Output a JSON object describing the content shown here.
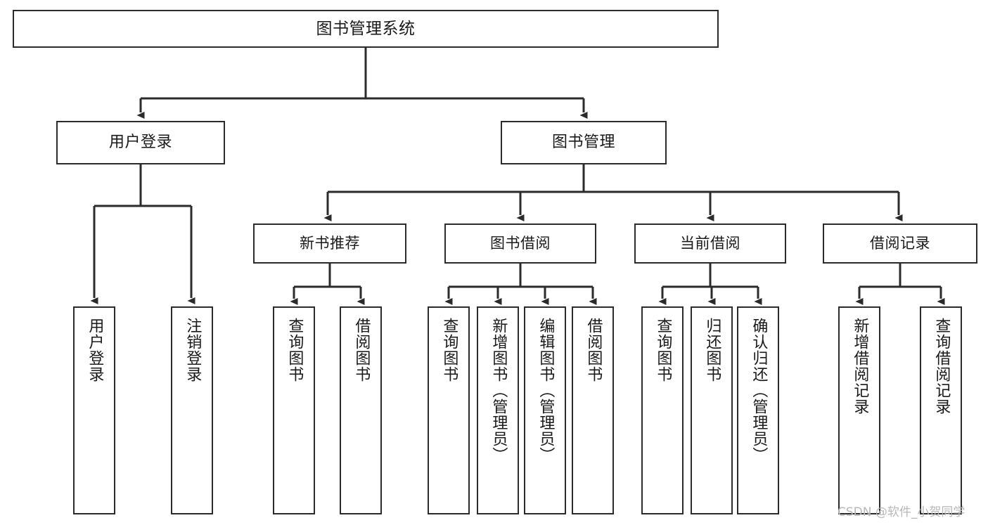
{
  "diagram": {
    "title": "图书管理系统",
    "type": "functional-structure-tree",
    "root": {
      "id": "root",
      "label": "图书管理系统"
    },
    "level2": [
      {
        "id": "user-login",
        "label": "用户登录"
      },
      {
        "id": "book-management",
        "label": "图书管理"
      }
    ],
    "level3": [
      {
        "id": "new-book-recommend",
        "label": "新书推荐",
        "parent": "book-management"
      },
      {
        "id": "book-borrow",
        "label": "图书借阅",
        "parent": "book-management"
      },
      {
        "id": "current-borrow",
        "label": "当前借阅",
        "parent": "book-management"
      },
      {
        "id": "borrow-record",
        "label": "借阅记录",
        "parent": "book-management"
      }
    ],
    "leaves": [
      {
        "id": "leaf-user-login",
        "label": "用户登录",
        "parent": "user-login"
      },
      {
        "id": "leaf-logout",
        "label": "注销登录",
        "parent": "user-login"
      },
      {
        "id": "leaf-query-book-1",
        "label": "查询图书",
        "parent": "new-book-recommend"
      },
      {
        "id": "leaf-borrow-book-1",
        "label": "借阅图书",
        "parent": "new-book-recommend"
      },
      {
        "id": "leaf-query-book-2",
        "label": "查询图书",
        "parent": "book-borrow"
      },
      {
        "id": "leaf-add-book",
        "label": "新增图书（管理员）",
        "parent": "book-borrow"
      },
      {
        "id": "leaf-edit-book",
        "label": "编辑图书（管理员）",
        "parent": "book-borrow"
      },
      {
        "id": "leaf-borrow-book-2",
        "label": "借阅图书",
        "parent": "book-borrow"
      },
      {
        "id": "leaf-query-book-3",
        "label": "查询图书",
        "parent": "current-borrow"
      },
      {
        "id": "leaf-return-book",
        "label": "归还图书",
        "parent": "current-borrow"
      },
      {
        "id": "leaf-confirm-return",
        "label": "确认归还（管理员）",
        "parent": "current-borrow"
      },
      {
        "id": "leaf-add-record",
        "label": "新增借阅记录",
        "parent": "borrow-record"
      },
      {
        "id": "leaf-query-record",
        "label": "查询借阅记录",
        "parent": "borrow-record"
      }
    ]
  },
  "watermark": {
    "text": "CSDN @软件_小贺同学"
  },
  "colors": {
    "stroke": "#2b2b2b",
    "fill": "#ffffff",
    "text": "#1a1a1a",
    "watermark": "#b8b8b8"
  }
}
